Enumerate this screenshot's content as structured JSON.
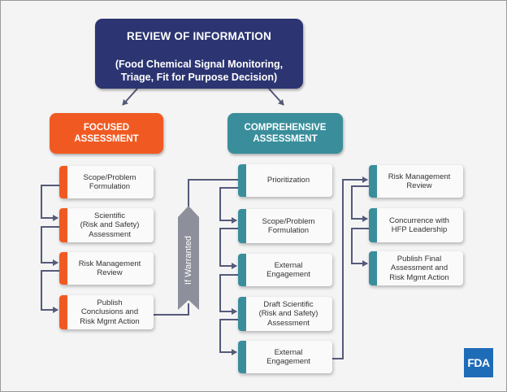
{
  "top_box": {
    "title": "REVIEW OF INFORMATION",
    "subtitle": "(Food Chemical Signal Monitoring, Triage, Fit for Purpose Decision)"
  },
  "focused": {
    "header": "FOCUSED ASSESSMENT",
    "steps": [
      "Scope/Problem\nFormulation",
      "Scientific\n(Risk and Safety)\nAssessment",
      "Risk Management\nReview",
      "Publish\nConclusions and\nRisk Mgmt Action"
    ]
  },
  "connector_label": "If Warranted",
  "comprehensive": {
    "header": "COMPREHENSIVE ASSESSMENT",
    "steps": [
      "Prioritization",
      "Scope/Problem\nFormulation",
      "External\nEngagement",
      "Draft Scientific\n(Risk and Safety)\nAssessment",
      "External\nEngagement"
    ]
  },
  "final": {
    "steps": [
      "Risk Management\nReview",
      "Concurrence with\nHFP Leadership",
      "Publish Final\nAssessment and\nRisk Mgmt Action"
    ]
  },
  "logo": "FDA",
  "colors": {
    "navy": "#2c3571",
    "orange": "#f05a22",
    "teal": "#3a8e9c",
    "connector": "#555a7a"
  }
}
